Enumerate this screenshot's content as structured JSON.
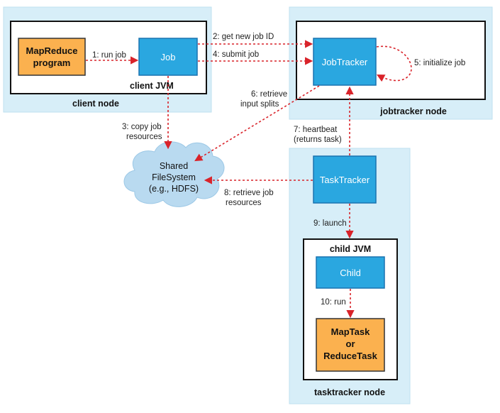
{
  "nodes": {
    "client_node": "client node",
    "client_jvm": "client JVM",
    "mapreduce_program": [
      "MapReduce",
      "program"
    ],
    "job": "Job",
    "jobtracker_node": "jobtracker node",
    "jobtracker": "JobTracker",
    "tasktracker_node": "tasktracker node",
    "tasktracker": "TaskTracker",
    "child_jvm": "child JVM",
    "child": "Child",
    "maptask": [
      "MapTask",
      "or",
      "ReduceTask"
    ],
    "shared_fs": [
      "Shared",
      "FileSystem",
      "(e.g., HDFS)"
    ]
  },
  "edges": {
    "e1": "1: run job",
    "e2": "2: get new job ID",
    "e3": [
      "3: copy job",
      "resources"
    ],
    "e4": "4: submit job",
    "e5": "5: initialize job",
    "e6": [
      "6: retrieve",
      "input splits"
    ],
    "e7": [
      "7: heartbeat",
      "(returns task)"
    ],
    "e8": [
      "8: retrieve job",
      "resources"
    ],
    "e9": "9: launch",
    "e10": "10: run"
  },
  "colors": {
    "node_bg": "#d7eef8",
    "node_border": "#a9d3e8",
    "blue_box": "#2aa7e0",
    "blue_box_border": "#1a73b0",
    "orange_box": "#fbb14f",
    "orange_border": "#333333",
    "arrow": "#d9232a",
    "cloud": "#b9daf0"
  }
}
